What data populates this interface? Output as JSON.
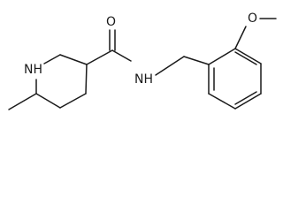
{
  "structure": {
    "atoms": {
      "ring_nh": "NH",
      "amide_o": "O",
      "amide_nh": "NH",
      "ether_o": "O"
    }
  },
  "colors": {
    "bond": "#1a1a1a",
    "background": "#ffffff"
  }
}
